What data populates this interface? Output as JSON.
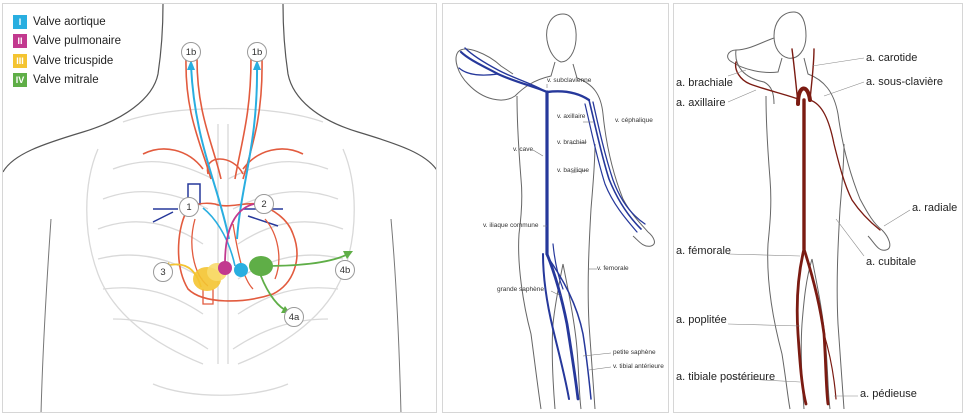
{
  "colors": {
    "valve_aortic": "#29aee0",
    "valve_pulmonary": "#c2398f",
    "valve_tricuspid": "#f4c431",
    "valve_mitral": "#5fae47",
    "artery_red": "#e25b3e",
    "vein_blue": "#26389b",
    "artery_dark": "#7b1b12"
  },
  "heart_panel": {
    "legend": [
      {
        "numeral": "I",
        "label": "Valve aortique",
        "color": "#29aee0"
      },
      {
        "numeral": "II",
        "label": "Valve pulmonaire",
        "color": "#c2398f"
      },
      {
        "numeral": "III",
        "label": "Valve tricuspide",
        "color": "#f4c431"
      },
      {
        "numeral": "IV",
        "label": "Valve mitrale",
        "color": "#5fae47"
      }
    ],
    "markers": {
      "m1b_left": "1b",
      "m1b_right": "1b",
      "m1": "1",
      "m2": "2",
      "m3": "3",
      "m4a": "4a",
      "m4b": "4b"
    }
  },
  "veins_panel": {
    "labels": {
      "subclavienne": "v. subclavienne",
      "axillaire": "v. axillaire",
      "cephalique": "v. céphalique",
      "cave": "v. cave",
      "brachial": "v. brachial",
      "basilique": "v. basilique",
      "iliaque": "v. iliaque commune",
      "grande_saphene": "grande saphène",
      "femorale": "v. femorale",
      "petite_saphene": "petite saphène",
      "tibial_anterieure": "v. tibial antérieure"
    }
  },
  "arteries_panel": {
    "labels": {
      "carotide": "a. carotide",
      "brachiale": "a. brachiale",
      "sous_claviere": "a. sous-clavière",
      "axillaire": "a. axillaire",
      "radiale": "a. radiale",
      "femorale": "a. fémorale",
      "cubitale": "a. cubitale",
      "poplitee": "a. poplitée",
      "tibiale_posterieure": "a. tibiale postérieure",
      "pedieuse": "a. pédieuse"
    }
  }
}
